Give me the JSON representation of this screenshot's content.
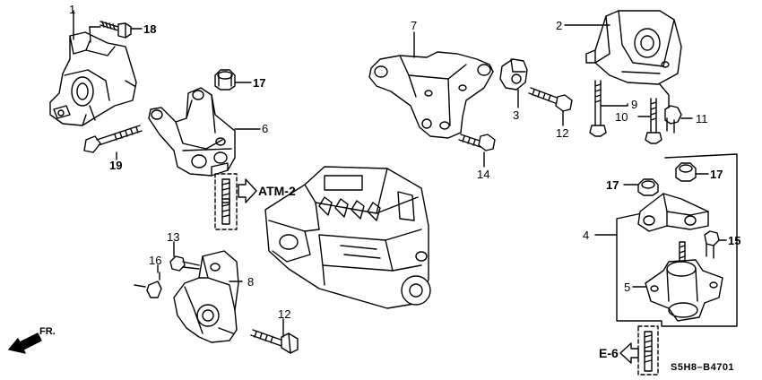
{
  "diagram": {
    "callouts": [
      {
        "id": "1",
        "text": "1"
      },
      {
        "id": "18",
        "text": "18"
      },
      {
        "id": "17a",
        "text": "17"
      },
      {
        "id": "7",
        "text": "7"
      },
      {
        "id": "2",
        "text": "2"
      },
      {
        "id": "9",
        "text": "9"
      },
      {
        "id": "10",
        "text": "10"
      },
      {
        "id": "11",
        "text": "11"
      },
      {
        "id": "3",
        "text": "3"
      },
      {
        "id": "12a",
        "text": "12"
      },
      {
        "id": "6",
        "text": "6"
      },
      {
        "id": "19",
        "text": "19"
      },
      {
        "id": "14",
        "text": "14"
      },
      {
        "id": "17b",
        "text": "17"
      },
      {
        "id": "17c",
        "text": "17"
      },
      {
        "id": "4",
        "text": "4"
      },
      {
        "id": "15",
        "text": "15"
      },
      {
        "id": "5",
        "text": "5"
      },
      {
        "id": "13",
        "text": "13"
      },
      {
        "id": "16",
        "text": "16"
      },
      {
        "id": "8",
        "text": "8"
      },
      {
        "id": "12b",
        "text": "12"
      }
    ],
    "refs": {
      "atm": "ATM-2",
      "e6": "E-6",
      "fr": "FR.",
      "code": "S5H8–B4701"
    }
  }
}
